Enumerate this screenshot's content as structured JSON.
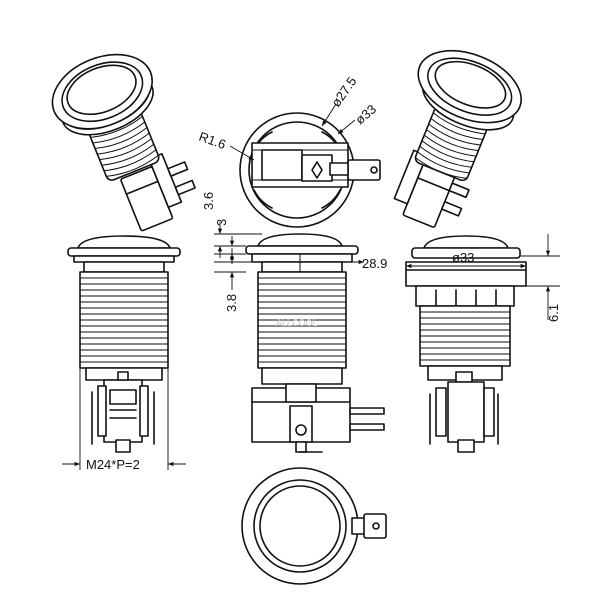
{
  "dimensions": {
    "r16": "R1.6",
    "d275": "ø27.5",
    "d33_top": "ø33",
    "h36": "3.6",
    "h3": "3",
    "h38": "3.8",
    "w289": "28.9",
    "d33_front": "ø33",
    "h61": "6.1",
    "thread": "M24*P=2"
  },
  "watermark": "ALLCOOL"
}
